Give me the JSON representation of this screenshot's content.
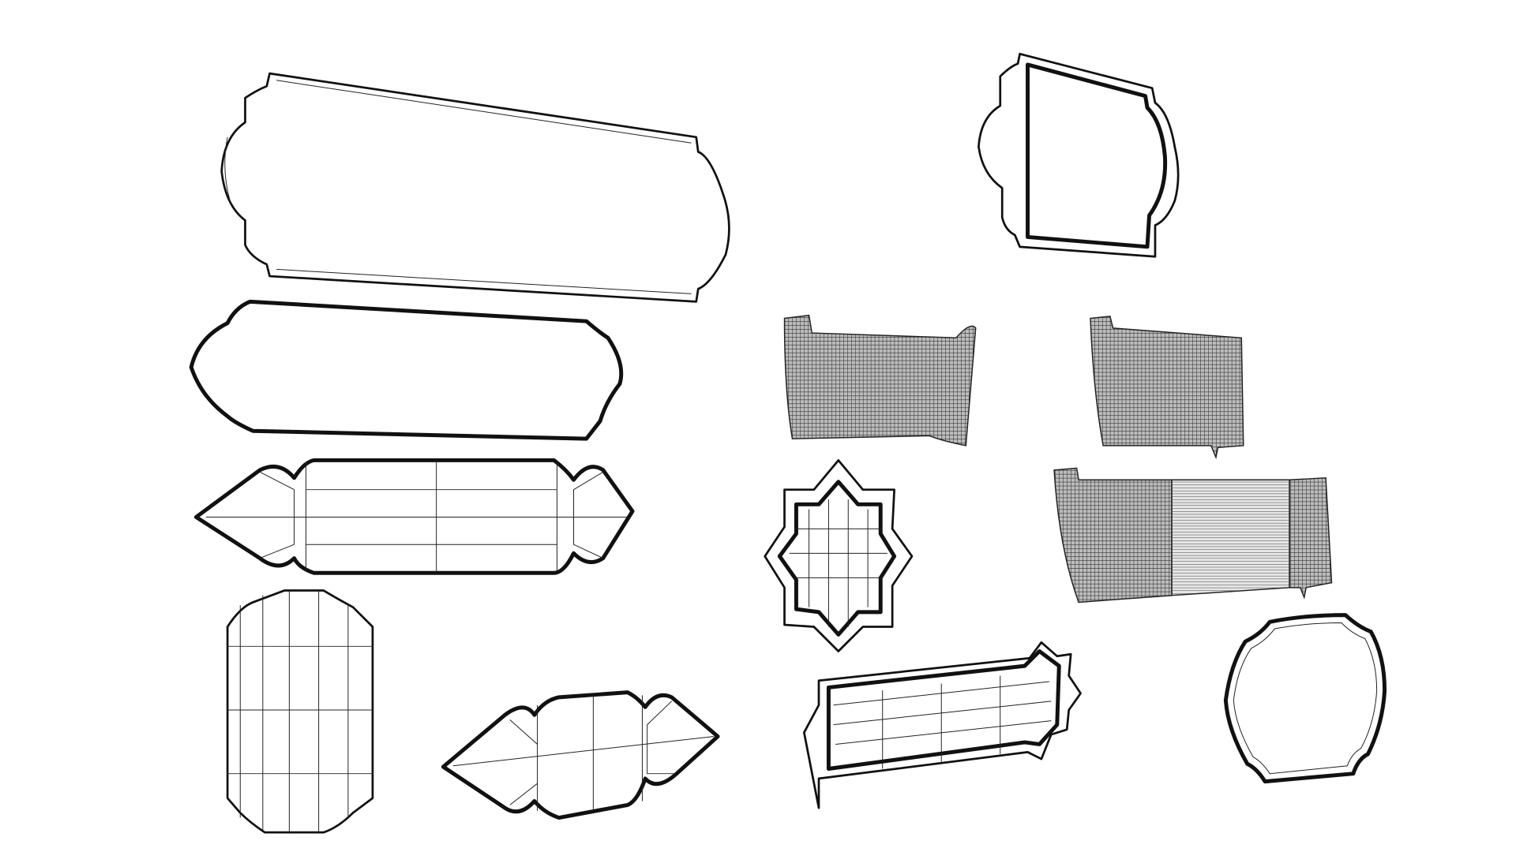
{
  "scene": {
    "background": "#ffffff",
    "line_color": "#111111",
    "objects": [
      "large-bracket-plaque",
      "rounded-bracket-plaque",
      "pointed-wireframe-plaque",
      "tall-octagonal-plaque",
      "small-pointed-plaque",
      "bracket-frame",
      "scroll-banner-left",
      "scroll-banner-right",
      "star-frame",
      "wide-scroll-banner",
      "pointed-framed-plaque",
      "rounded-octagon-frame"
    ]
  }
}
